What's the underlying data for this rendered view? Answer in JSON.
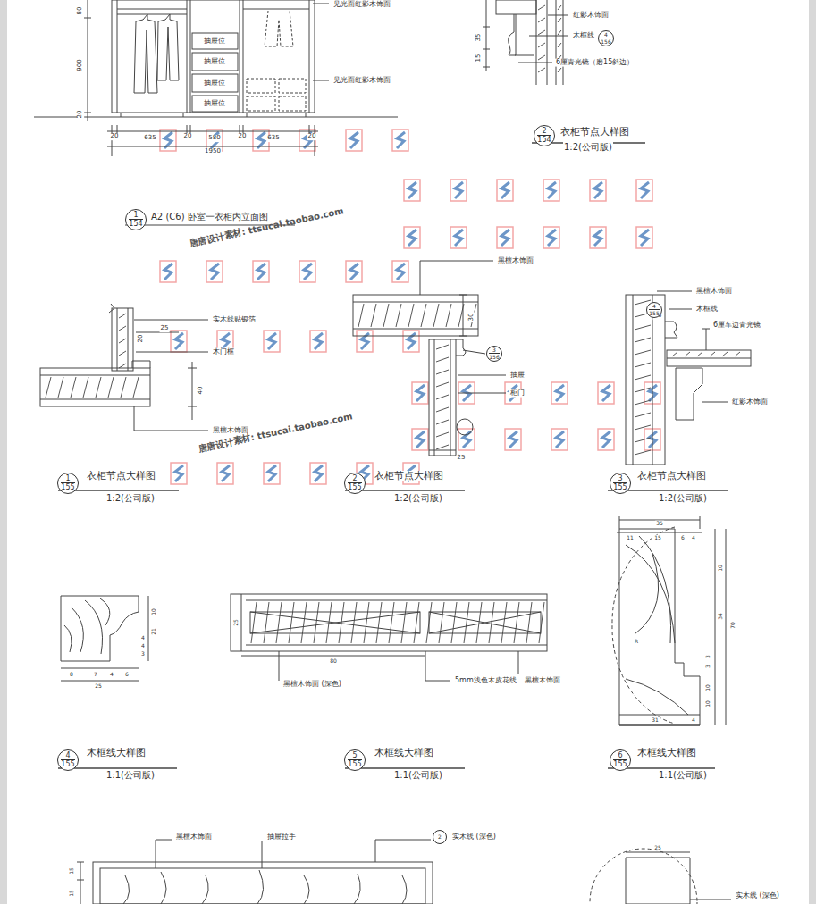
{
  "diagram": {
    "nodes": [
      {
        "text": [
          "1",
          "154"
        ]
      },
      {
        "text": [
          "2",
          "154"
        ]
      },
      {
        "text": [
          "4",
          "156"
        ]
      },
      {
        "text": [
          "1",
          "155"
        ]
      },
      {
        "text": [
          "2",
          "155"
        ]
      },
      {
        "text": [
          "3",
          "155"
        ]
      },
      {
        "text": [
          "3",
          "156"
        ]
      },
      {
        "text": [
          "4",
          "155"
        ]
      },
      {
        "text": [
          "4",
          "155"
        ]
      },
      {
        "text": [
          "5",
          "155"
        ]
      },
      {
        "text": [
          "6",
          "155"
        ]
      },
      {
        "text": [
          "2"
        ]
      }
    ],
    "labels": [
      "见光面红影木饰面",
      "抽屉位",
      "抽屉位",
      "抽屉位",
      "抽屉位",
      "见光面红影木饰面",
      "80",
      "900",
      "20",
      "20",
      "635",
      "20",
      "580",
      "20",
      "635",
      "20",
      "1950",
      "A2 (C6) 卧室一衣柜内立面图",
      "红影木饰面",
      "木框线",
      "6厘青光镜（磨15斜边）",
      "35",
      "15",
      "衣柜节点大样图",
      "1:2(公司版)",
      "唐唐设计素材: ttsucai.taobao.com",
      "黑檀木饰面",
      "实木线贴银箔",
      "木门框",
      "黑檀木饰面",
      "20",
      "25",
      "40",
      "30",
      "抽屉",
      "柜门",
      "25",
      "黑檀木饰面",
      "木框线",
      "6厘车边青光镜",
      "红影木饰面",
      "25",
      "唐唐设计素材: ttsucai.taobao.com",
      "衣柜节点大样图",
      "1:2(公司版)",
      "衣柜节点大样图",
      "1:2(公司版)",
      "衣柜节点大样图",
      "1:2(公司版)",
      "10",
      "21",
      "4",
      "4",
      "3",
      "8",
      "7",
      "4",
      "6",
      "25",
      "25",
      "80",
      "黑檀木饰面 (深色)",
      "5mm浅色木皮花线",
      "黑檀木饰面",
      "35",
      "11",
      "15",
      "6",
      "4",
      "10",
      "34",
      "70",
      "R",
      "3",
      "3",
      "10",
      "10",
      "31",
      "4",
      "木框线大样图",
      "1:1(公司版)",
      "木框线大样图",
      "1:1(公司版)",
      "木框线大样图",
      "1:1(公司版)",
      "黑檀木饰面",
      "抽屉拉手",
      "实木线 (深色)",
      "15",
      "15",
      "25",
      "实木线 (深色)"
    ]
  }
}
